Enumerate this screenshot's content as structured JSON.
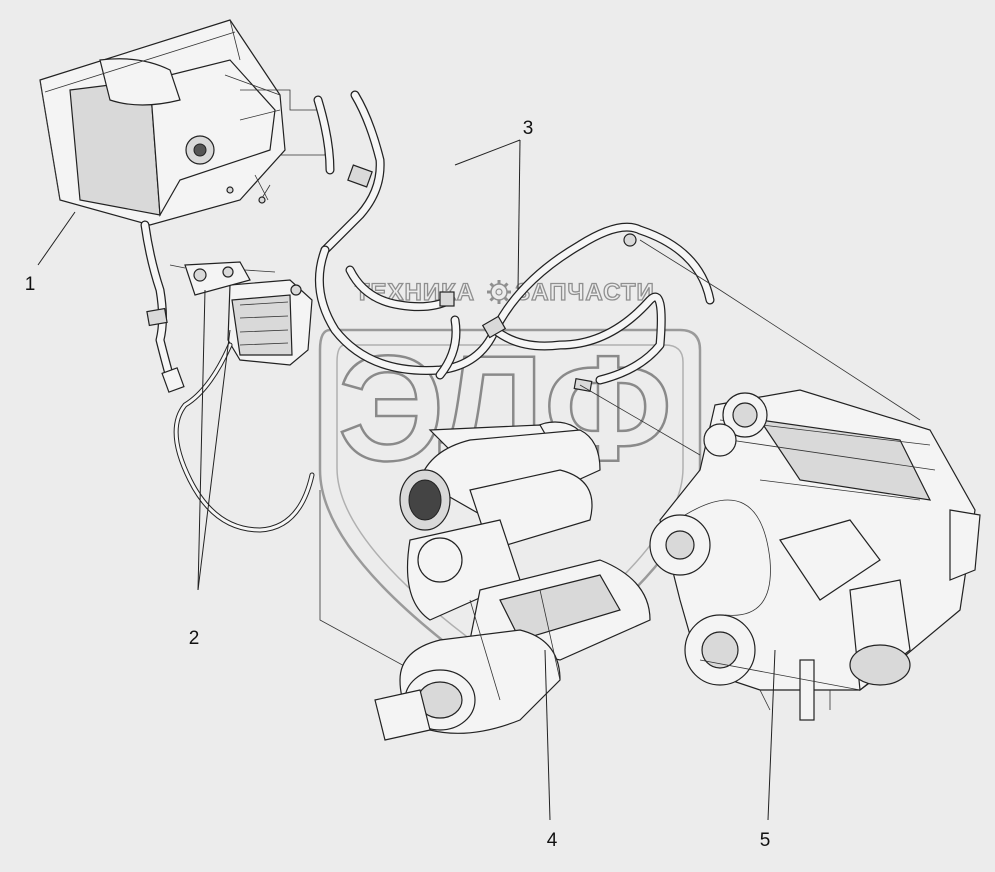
{
  "watermark": {
    "left_text": "ТЕХНИКА",
    "right_text": "ЗАПЧАСТИ",
    "logo_text": "ЭЛФ"
  },
  "callouts": [
    {
      "id": "1",
      "label": "1"
    },
    {
      "id": "2",
      "label": "2"
    },
    {
      "id": "3",
      "label": "3"
    },
    {
      "id": "4",
      "label": "4"
    },
    {
      "id": "5",
      "label": "5"
    }
  ],
  "icons": {
    "watermark_gear": "gear-icon"
  },
  "colors": {
    "background": "#ececec",
    "line": "#222222",
    "watermark": "#8f8f8f"
  }
}
